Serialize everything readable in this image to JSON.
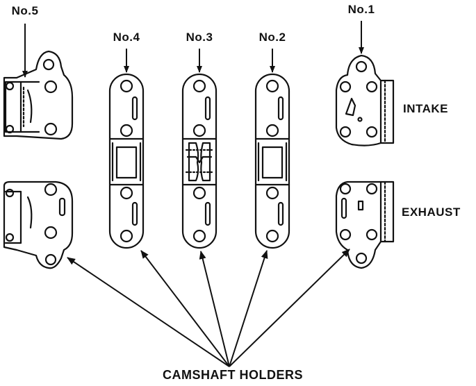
{
  "holder_labels": {
    "no5": "No.5",
    "no4": "No.4",
    "no3": "No.3",
    "no2": "No.2",
    "no1": "No.1"
  },
  "side_labels": {
    "intake": "INTAKE",
    "exhaust": "EXHAUST"
  },
  "caption": "CAMSHAFT HOLDERS"
}
